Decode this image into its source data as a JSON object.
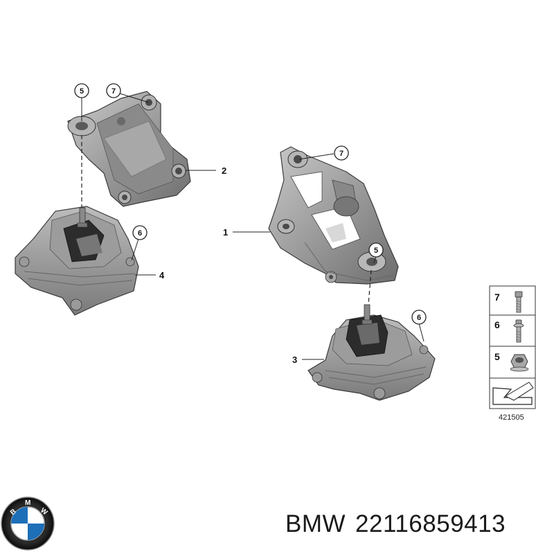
{
  "diagram": {
    "callouts": {
      "c5_top_left": "5",
      "c7_top_left": "7",
      "c2": "2",
      "c6_left": "6",
      "c4": "4",
      "c7_right": "7",
      "c1": "1",
      "c5_right": "5",
      "c6_right": "6",
      "c3": "3"
    },
    "legend": [
      {
        "number": "7",
        "icon": "bolt-icon"
      },
      {
        "number": "6",
        "icon": "bolt-washer-icon"
      },
      {
        "number": "5",
        "icon": "hex-nut-icon"
      }
    ],
    "diagram_number": "421505"
  },
  "caption": {
    "brand": "BMW",
    "part_number": "22116859413"
  },
  "colors": {
    "part_metal": "#9a9a9a",
    "part_dark": "#555555",
    "outline": "#3a3a3a",
    "leader": "#222222"
  }
}
